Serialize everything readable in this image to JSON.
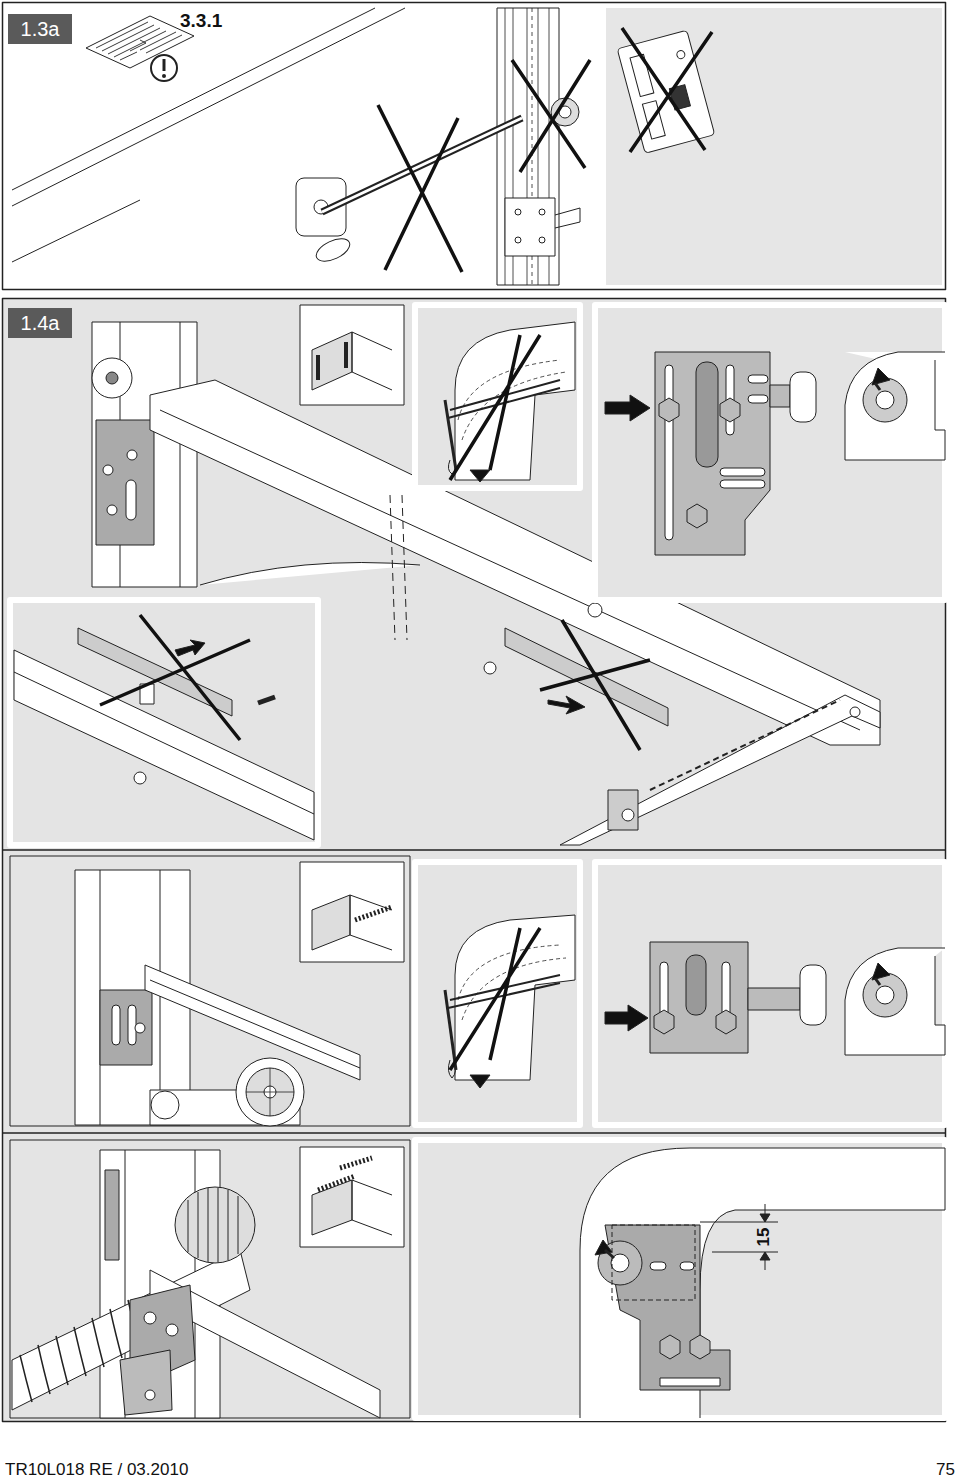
{
  "diagram": {
    "nodes": [
      {
        "text": [
          "1.3a"
        ]
      },
      {
        "text": [
          "1.4a"
        ]
      }
    ],
    "labels": [
      "3.3.1",
      "15",
      "TR10L018 RE / 03.2010",
      "75"
    ]
  }
}
